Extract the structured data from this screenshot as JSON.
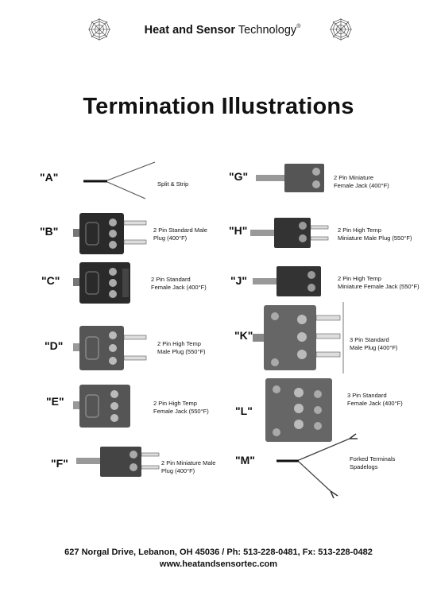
{
  "header": {
    "brand_bold": "Heat and Sensor",
    "brand_regular": " Technology",
    "reg_mark": "®"
  },
  "title": "Termination Illustrations",
  "items": [
    {
      "code": "\"A\"",
      "line1": "Split  &  Strip",
      "line2": ""
    },
    {
      "code": "\"B\"",
      "line1": "2 Pin Standard Male",
      "line2": "Plug (400°F)"
    },
    {
      "code": "\"C\"",
      "line1": "2 Pin Standard",
      "line2": "Female Jack (400°F)"
    },
    {
      "code": "\"D\"",
      "line1": "2 Pin High Temp",
      "line2": "Male Plug (550°F)"
    },
    {
      "code": "\"E\"",
      "line1": "2 Pin High Temp",
      "line2": "Female Jack (550°F)"
    },
    {
      "code": "\"F\"",
      "line1": "2 Pin  Miniature Male",
      "line2": "Plug (400°F)"
    },
    {
      "code": "\"G\"",
      "line1": "2 Pin  Miniature",
      "line2": "Female Jack (400°F)"
    },
    {
      "code": "\"H\"",
      "line1": "2 Pin  High Temp",
      "line2": "Miniature Male Plug (550°F)"
    },
    {
      "code": "\"J\"",
      "line1": "2 Pin  High Temp",
      "line2": "Miniature Female Jack (550°F)"
    },
    {
      "code": "\"K\"",
      "line1": "3 Pin  Standard",
      "line2": "Male Plug (400°F)"
    },
    {
      "code": "\"L\"",
      "line1": "3 Pin  Standard",
      "line2": "Female Jack  (400°F)"
    },
    {
      "code": "\"M\"",
      "line1": "Forked Terminals",
      "line2": "Spadelogs"
    }
  ],
  "footer": {
    "address": "627 Norgal Drive, Lebanon, OH 45036 / Ph: 513-228-0481, Fx: 513-228-0482",
    "website": "www.heatandsensortec.com"
  }
}
